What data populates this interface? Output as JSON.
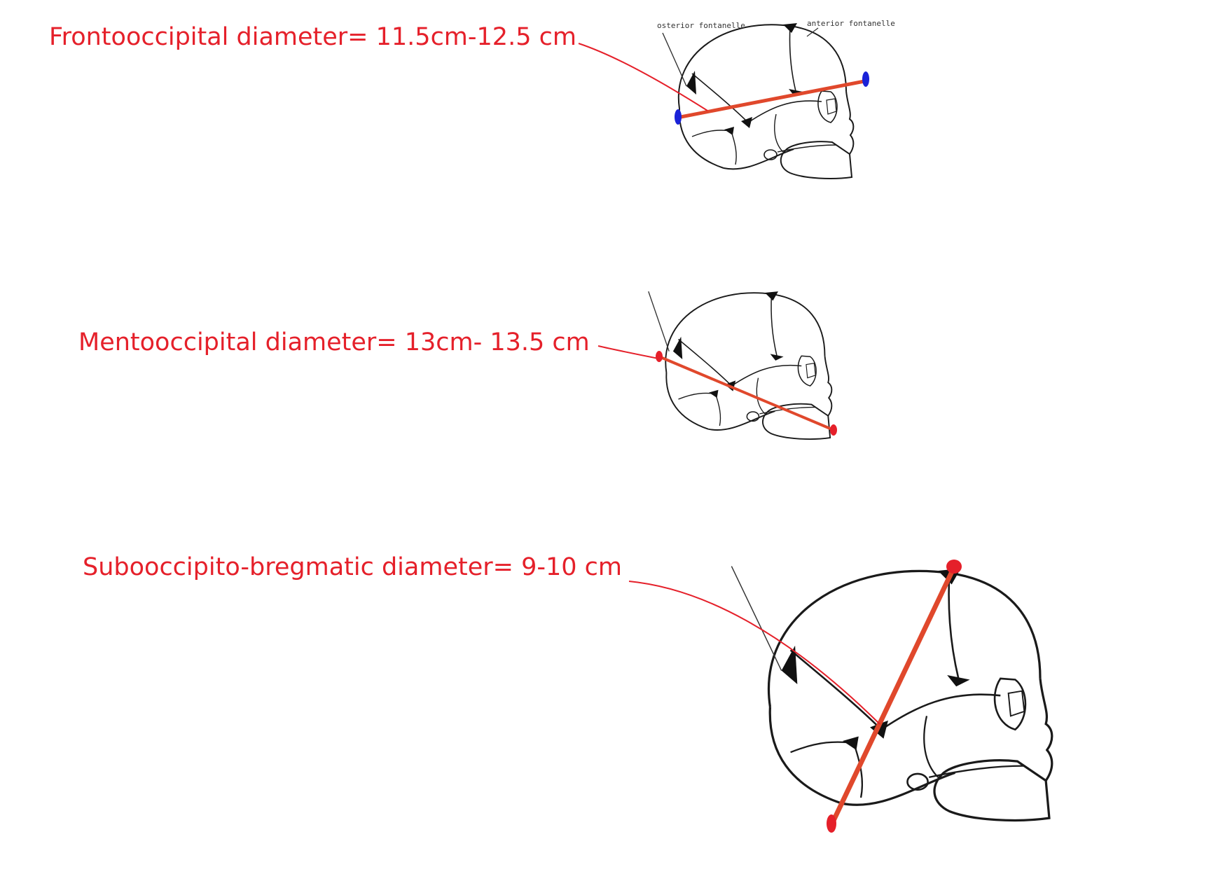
{
  "labels": {
    "fronto": "Frontooccipital diameter= 11.5cm-12.5 cm",
    "mento": "Mentooccipital diameter= 13cm- 13.5 cm",
    "subo": "Subooccipito-bregmatic diameter= 9-10 cm"
  },
  "skull_labels": {
    "posterior": "osterior fontanelle",
    "anterior": "anterior fontanelle"
  },
  "colors": {
    "label_red": "#e5202a",
    "measure_red": "#e0482c",
    "marker_blue": "#1a22d8",
    "outline": "#1a1a1a"
  }
}
